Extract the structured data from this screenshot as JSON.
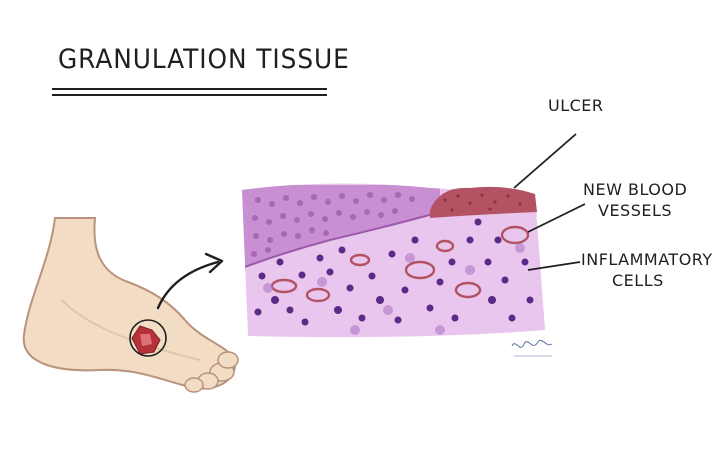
{
  "title": "GRANULATION TISSUE",
  "labels": {
    "ulcer": "ULCER",
    "vessels_line1": "NEW BLOOD",
    "vessels_line2": "VESSELS",
    "inflam_line1": "INFLAMMATORY",
    "inflam_line2": "CELLS"
  },
  "colors": {
    "epidermis": "#c98fd3",
    "stroma": "#e9c6ee",
    "nucleus": "#5b2a86",
    "ulcer": "#b35263",
    "skin": "#f3dcc4",
    "skin_outline": "#b8937d",
    "wound": "#b5323a"
  },
  "icons": [
    "foot",
    "magnifier-circle",
    "arrow",
    "signature"
  ]
}
